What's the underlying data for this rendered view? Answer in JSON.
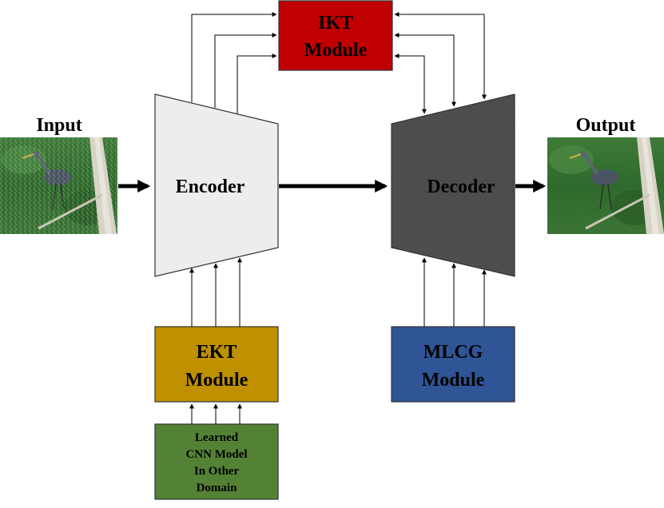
{
  "labels": {
    "input": "Input",
    "output": "Output",
    "encoder": "Encoder",
    "decoder": "Decoder"
  },
  "modules": {
    "ikt": {
      "line1": "IKT",
      "line2": "Module",
      "color": "#C00000"
    },
    "ekt": {
      "line1": "EKT",
      "line2": "Module",
      "color": "#BF9000"
    },
    "mlcg": {
      "line1": "MLCG",
      "line2": "Module",
      "color": "#2F5597"
    },
    "learned": {
      "lines": [
        "Learned",
        "CNN Model",
        "In Other",
        "Domain"
      ],
      "color": "#548235"
    }
  },
  "colors": {
    "encoder_fill": "#EDEDED",
    "decoder_fill": "#4D4D4D",
    "border": "#333333",
    "arrow": "#000000"
  },
  "icons": {
    "input_image": "heron-image",
    "output_image": "heron-image"
  }
}
